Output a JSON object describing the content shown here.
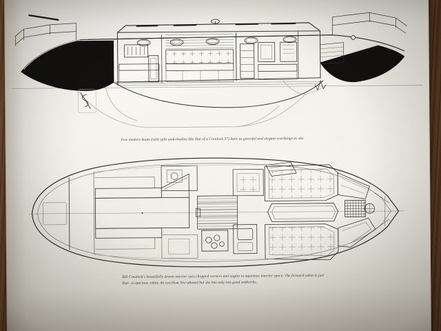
{
  "photo": {
    "subject": "printed book page with sailboat naval-architecture drawings",
    "surface": "dark wood table",
    "paper_color": "#f3f1ea",
    "ink_color": "#2b2a28",
    "wood_color": "#6b4526"
  },
  "figures": {
    "profile": {
      "name": "inboard-profile-drawing",
      "description": "Inboard profile / sheer section of a sailing yacht showing cabin interior, berths, lockers, cabin sole, deck line and dark shaded hull sections at bow and stern"
    },
    "plan": {
      "name": "accommodation-plan-drawing",
      "description": "Overhead accommodation plan showing forward cabin V-berth, head, galley with stove and sink, dinette settees, quarter berth and cockpit"
    }
  },
  "captions": {
    "profile": "Few modern boats (with split underbodies like that of a Crealock 37) have as graceful and elegant overhangs as she.",
    "plan": "Bill Crealock's beautifully drawn interior uses chopped corners and angles to maximize interior space. The forward cabin is just that—a spacious cabin. An excellent live-aboard but she has only two good seaberths."
  }
}
